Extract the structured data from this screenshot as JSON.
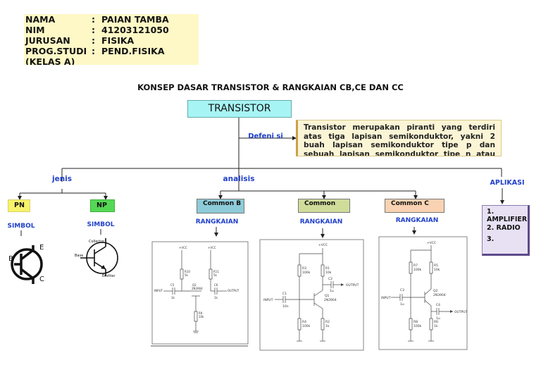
{
  "identity": {
    "rows": [
      {
        "key": "NAMA",
        "sep": ":",
        "value": "PAIAN TAMBA"
      },
      {
        "key": "NIM",
        "sep": ":",
        "value": "41203121050"
      },
      {
        "key": "JURUSAN",
        "sep": ":",
        "value": "FISIKA"
      },
      {
        "key": "PROG.STUDI",
        "sep": ":",
        "value": "PEND.FISIKA"
      },
      {
        "key": "(KELAS A)",
        "sep": "",
        "value": ""
      }
    ]
  },
  "title": "KONSEP  DASAR TRANSISTOR & RANGKAIAN CB,CE DAN CC",
  "root": {
    "label": "TRANSISTOR"
  },
  "definition": {
    "link_label": "Defeni si",
    "text": "Transistor merupakan piranti yang terdiri atas tiga lapisan semikonduktor, yakni 2 buah lapisan semikonduktor tipe p dan sebuah lapisan semikonduktor tipe n atau sebaliknya"
  },
  "branches": {
    "jenis": "jenis",
    "analisis": "analisis",
    "aplikasi": "APLIKASI"
  },
  "types": [
    {
      "label": "PN",
      "simbol": "SIMBOL",
      "color": "#f7f36a"
    },
    {
      "label": "NP",
      "simbol": "SIMBOL",
      "color": "#55d955"
    }
  ],
  "configs": [
    {
      "label": "Common B",
      "rangkaian": "RANGKAIAN",
      "color": "#8ecbd8"
    },
    {
      "label": "Common",
      "rangkaian": "RANGKAIAN",
      "color": "#cfdc9a"
    },
    {
      "label": "Common C",
      "rangkaian": "RANGKAIAN",
      "color": "#f8d2b2"
    }
  ],
  "aplikasi_items": [
    "1. AMPLIFIER",
    "2. RADIO",
    "3."
  ],
  "symbol_labels": {
    "pn": {
      "b": "B",
      "e": "E",
      "c": "C"
    },
    "np": {
      "collector": "Collector",
      "emitter": "Emitter",
      "base": "Base"
    }
  },
  "circuits": {
    "cb": {
      "vcc1": "+VCC",
      "vcc2": "+VCC",
      "r10": "R10",
      "r10v": "5k",
      "r11": "R11",
      "r11v": "5k",
      "c5": "C5",
      "c5v": "1k",
      "q2": "Q2",
      "q2v": "2N3904",
      "c6": "C6",
      "c6v": "1k",
      "r9": "R9",
      "r9v": "10k",
      "input": "INPUT",
      "output": "OUTPUT"
    },
    "ce": {
      "vcc": "+VCC",
      "r3": "R3",
      "r3v": "100k",
      "r1": "R1",
      "r1v": "10k",
      "c2": "C2",
      "c2v": "1u",
      "output": "OUTPUT",
      "c1": "C1",
      "c1v": "10n",
      "input": "INPUT",
      "q1": "Q1",
      "q1v": "2N3904",
      "r4": "R4",
      "r4v": "100k",
      "r2": "R2",
      "r2v": "1k"
    },
    "cc": {
      "vcc": "+VCC",
      "r7": "R7",
      "r7v": "100k",
      "r5": "R5",
      "r5v": "10k",
      "c3": "C3",
      "c3v": "1u",
      "input": "INPUT",
      "q2": "Q2",
      "q2v": "2N3904",
      "c4": "C4",
      "c4v": "1u",
      "output": "OUTPUT",
      "r8": "R8",
      "r8v": "100k",
      "r6": "R6",
      "r6v": "1k"
    }
  }
}
